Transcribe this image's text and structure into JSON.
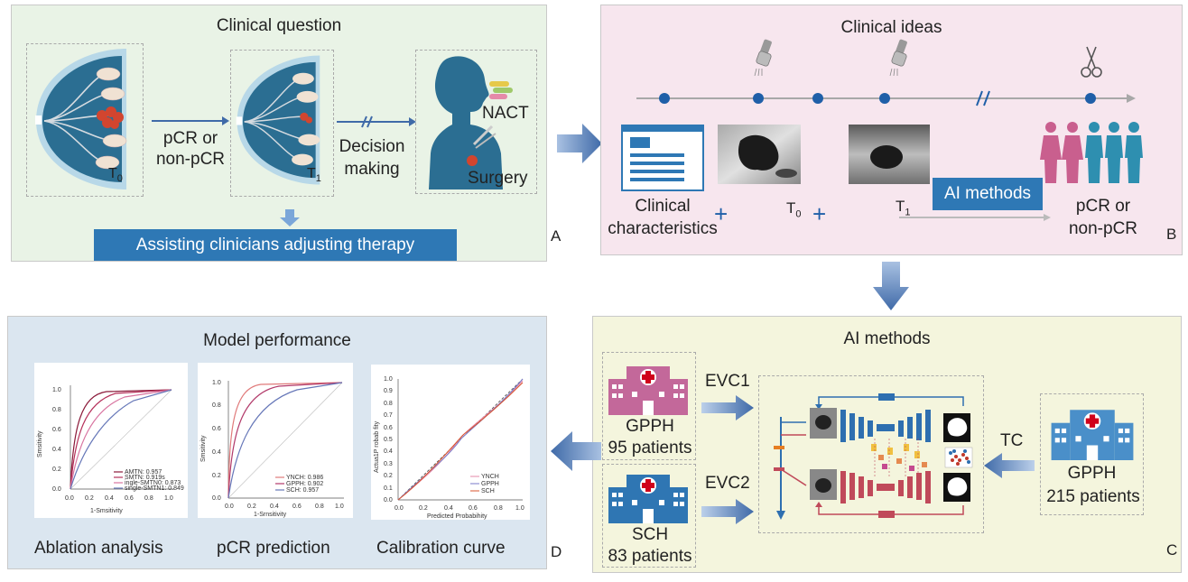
{
  "panelA": {
    "title": "Clinical question",
    "t0_label": "T",
    "t0_sub": "0",
    "t1_label": "T",
    "t1_sub": "1",
    "outcome_line1": "pCR or",
    "outcome_line2": "non-pCR",
    "decision_line1": "Decision",
    "decision_line2": "making",
    "nact": "NACT",
    "surgery": "Surgery",
    "banner": "Assisting clinicians adjusting therapy",
    "letter": "A"
  },
  "panelB": {
    "title": "Clinical ideas",
    "clinical_line1": "Clinical",
    "clinical_line2": "characteristics",
    "t0_label": "T",
    "t0_sub": "0",
    "t1_label": "T",
    "t1_sub": "1",
    "plus": "+",
    "ai_box": "AI methods",
    "outcome_line1": "pCR or",
    "outcome_line2": "non-pCR",
    "letter": "B"
  },
  "panelC": {
    "title": "AI methods",
    "evc1": "EVC1",
    "evc2": "EVC2",
    "tc": "TC",
    "hosp1_name": "GPPH",
    "hosp1_count": "95 patients",
    "hosp2_name": "SCH",
    "hosp2_count": "83 patients",
    "hosp3_name": "GPPH",
    "hosp3_count": "215 patients",
    "letter": "C"
  },
  "panelD": {
    "title": "Model performance",
    "caption1": "Ablation analysis",
    "caption2": "pCR prediction",
    "caption3": "Calibration curve",
    "letter": "D",
    "chart1": {
      "ylabel": "Smsitivity",
      "xlabel": "1-Smsitivity",
      "legend": [
        "AMTN: 0.957",
        "SMTN: 0.919s",
        "ingle-SMTN0: 0.873",
        "single-SMTN1: 0.849"
      ],
      "xticks": [
        "0.0",
        "0.2",
        "0.4",
        "0.6",
        "0.8",
        "1.0"
      ],
      "yticks": [
        "0.0",
        "0.2",
        "0.4",
        "0.6",
        "0.8",
        "1.0"
      ]
    },
    "chart2": {
      "ylabel": "Smsitivity",
      "xlabel": "1-Srnsitivity",
      "legend": [
        "YNCH: 0.986",
        "GPPH: 0.902",
        "SCH: 0.957"
      ],
      "xticks": [
        "0.0",
        "0.2",
        "0.4",
        "0.6",
        "0.8",
        "1.0"
      ],
      "yticks": [
        "0.0",
        "0.2",
        "0.4",
        "0.6",
        "0.8",
        "1.0"
      ]
    },
    "chart3": {
      "ylabel": "Actua1P robab fity",
      "xlabel": "Predicted Probabihity",
      "legend": [
        "YNCH",
        "GPPH",
        "SCH"
      ],
      "xticks": [
        "0.0",
        "0.2",
        "0.4",
        "0.6",
        "0.8",
        "1.0"
      ],
      "yticks": [
        "0.0",
        "0.1",
        "0.2",
        "0.3",
        "0.4",
        "0.5",
        "0.6",
        "0.7",
        "0.8",
        "0.9",
        "1.0"
      ]
    }
  },
  "colors": {
    "panelA_bg": "#e9f3e6",
    "panelB_bg": "#f7e6ee",
    "panelC_bg": "#f4f5dd",
    "panelD_bg": "#dbe6f0",
    "blue": "#2e78b5",
    "pink": "#c95f8e",
    "red": "#c04a5a",
    "breast": "#2b6e92",
    "arrow": "#3f6aa8"
  }
}
